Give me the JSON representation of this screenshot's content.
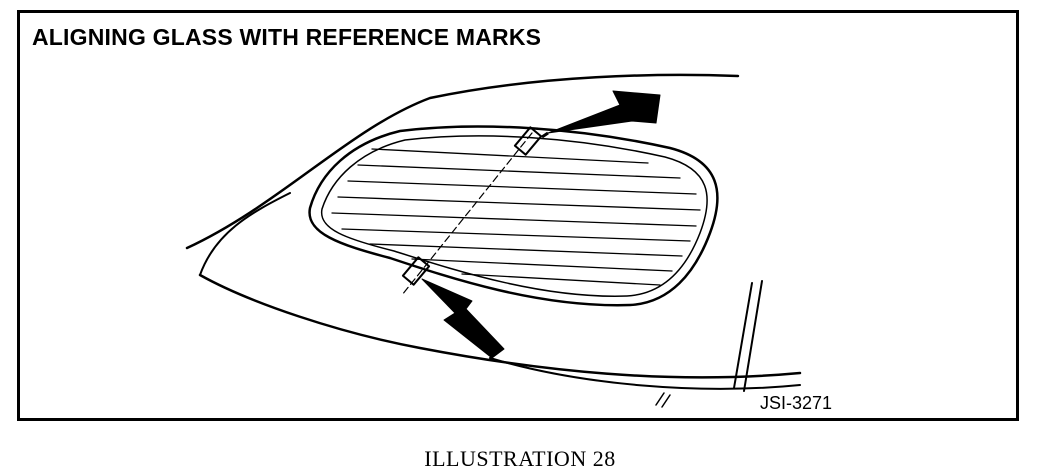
{
  "figure": {
    "title": "ALIGNING GLASS WITH REFERENCE MARKS",
    "code": "JSI-3271",
    "caption": "ILLUSTRATION 28"
  }
}
